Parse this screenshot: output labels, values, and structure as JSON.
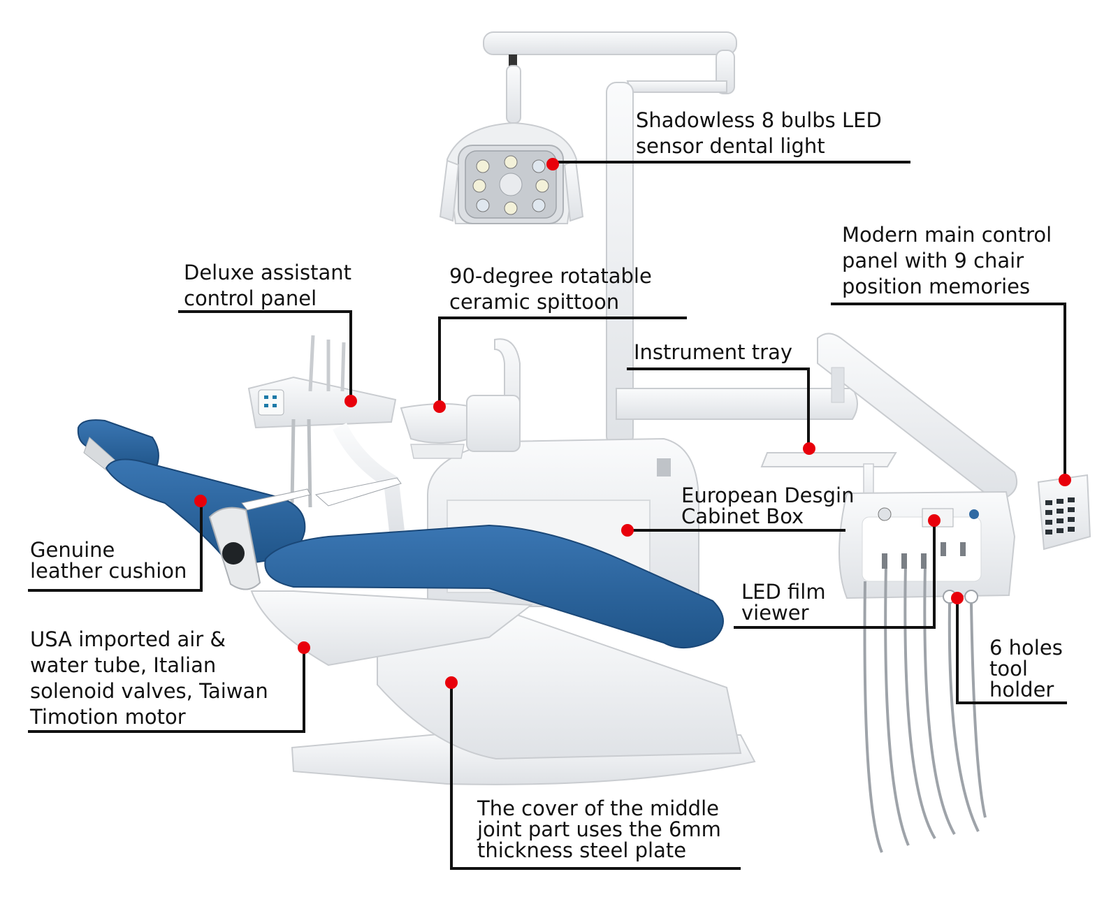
{
  "colors": {
    "leader_line": "#111111",
    "marker_dot": "#e8000b",
    "upholstery": "#2f69a3",
    "unit_body": "#f1f2f3",
    "outline": "#c9ccd0"
  },
  "callouts": [
    {
      "id": "dental-light",
      "lines": [
        "Shadowless 8 bulbs LED",
        "sensor dental light"
      ]
    },
    {
      "id": "assistant-panel",
      "lines": [
        "Deluxe assistant",
        "control panel"
      ]
    },
    {
      "id": "spittoon",
      "lines": [
        "90-degree rotatable",
        "ceramic spittoon"
      ]
    },
    {
      "id": "main-control-panel",
      "lines": [
        "Modern main control",
        "panel with 9 chair",
        "position memories"
      ]
    },
    {
      "id": "instrument-tray",
      "lines": [
        "Instrument tray"
      ]
    },
    {
      "id": "cabinet-box",
      "lines": [
        "European Desgin",
        "Cabinet Box"
      ]
    },
    {
      "id": "leather-cushion",
      "lines": [
        "Genuine",
        "leather cushion"
      ]
    },
    {
      "id": "film-viewer",
      "lines": [
        "LED film",
        "viewer"
      ]
    },
    {
      "id": "tool-holder",
      "lines": [
        "6 holes",
        "tool",
        "holder"
      ]
    },
    {
      "id": "air-water-tube",
      "lines": [
        "USA imported air &",
        "water tube, Italian",
        "solenoid valves, Taiwan",
        "Timotion motor"
      ]
    },
    {
      "id": "steel-plate",
      "lines": [
        "The cover of the middle",
        "joint part uses the 6mm",
        "thickness steel plate"
      ]
    }
  ]
}
